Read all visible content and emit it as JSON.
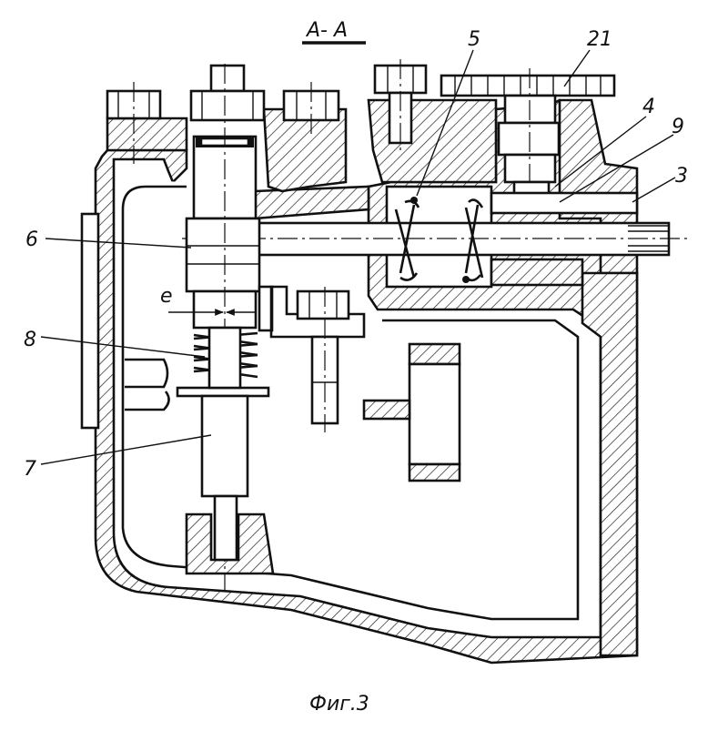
{
  "section_title": "А- А",
  "figure_caption": "Фиг.3",
  "parts": [
    {
      "number": "21"
    },
    {
      "number": "5"
    },
    {
      "number": "4"
    },
    {
      "number": "9"
    },
    {
      "number": "3"
    },
    {
      "number": "6"
    },
    {
      "number": "e"
    },
    {
      "number": "8"
    },
    {
      "number": "7"
    }
  ]
}
